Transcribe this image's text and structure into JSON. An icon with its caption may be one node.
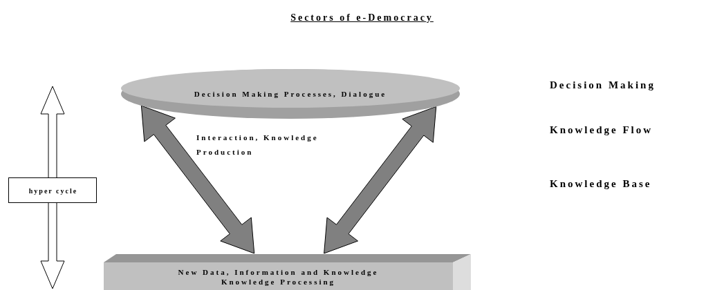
{
  "diagram": {
    "title": "Sectors of e-Democracy",
    "nodes": [
      {
        "text": [
          "Decision Making Processes, Dialogue"
        ]
      },
      {
        "text": [
          "New Data, Information and Knowledge",
          "Knowledge Processing"
        ]
      },
      {
        "text": [
          "hyper cycle"
        ]
      }
    ],
    "edges": [
      {
        "from": 1,
        "to": 0,
        "arrow": "both",
        "label": "Interaction, Knowledge Production"
      },
      {
        "from": 1,
        "to": 0,
        "arrow": "both"
      }
    ],
    "labels": [
      "Decision Making",
      "Knowledge Flow",
      "Knowledge Base"
    ]
  }
}
